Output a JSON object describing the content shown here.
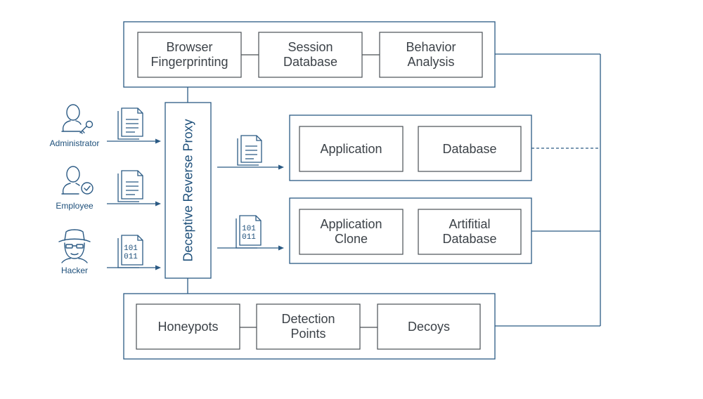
{
  "diagram": {
    "proxy_label": "Deceptive Reverse Proxy",
    "actors": [
      {
        "label": "Administrator",
        "icon": "user-key-icon"
      },
      {
        "label": "Employee",
        "icon": "user-check-icon"
      },
      {
        "label": "Hacker",
        "icon": "hacker-icon"
      }
    ],
    "binary_text": [
      "101",
      "011"
    ],
    "top_group": [
      "Browser Fingerprinting",
      "Session Database",
      "Behavior Analysis"
    ],
    "real_group": [
      "Application",
      "Database"
    ],
    "decoy_group": [
      "Application Clone",
      "Artifitial Database"
    ],
    "bottom_group": [
      "Honeypots",
      "Detection Points",
      "Decoys"
    ],
    "colors": {
      "line": "#2b5a84",
      "box": "#4a4f55",
      "text_blue": "#1d4f7a",
      "text_gray": "#3c4248"
    }
  }
}
